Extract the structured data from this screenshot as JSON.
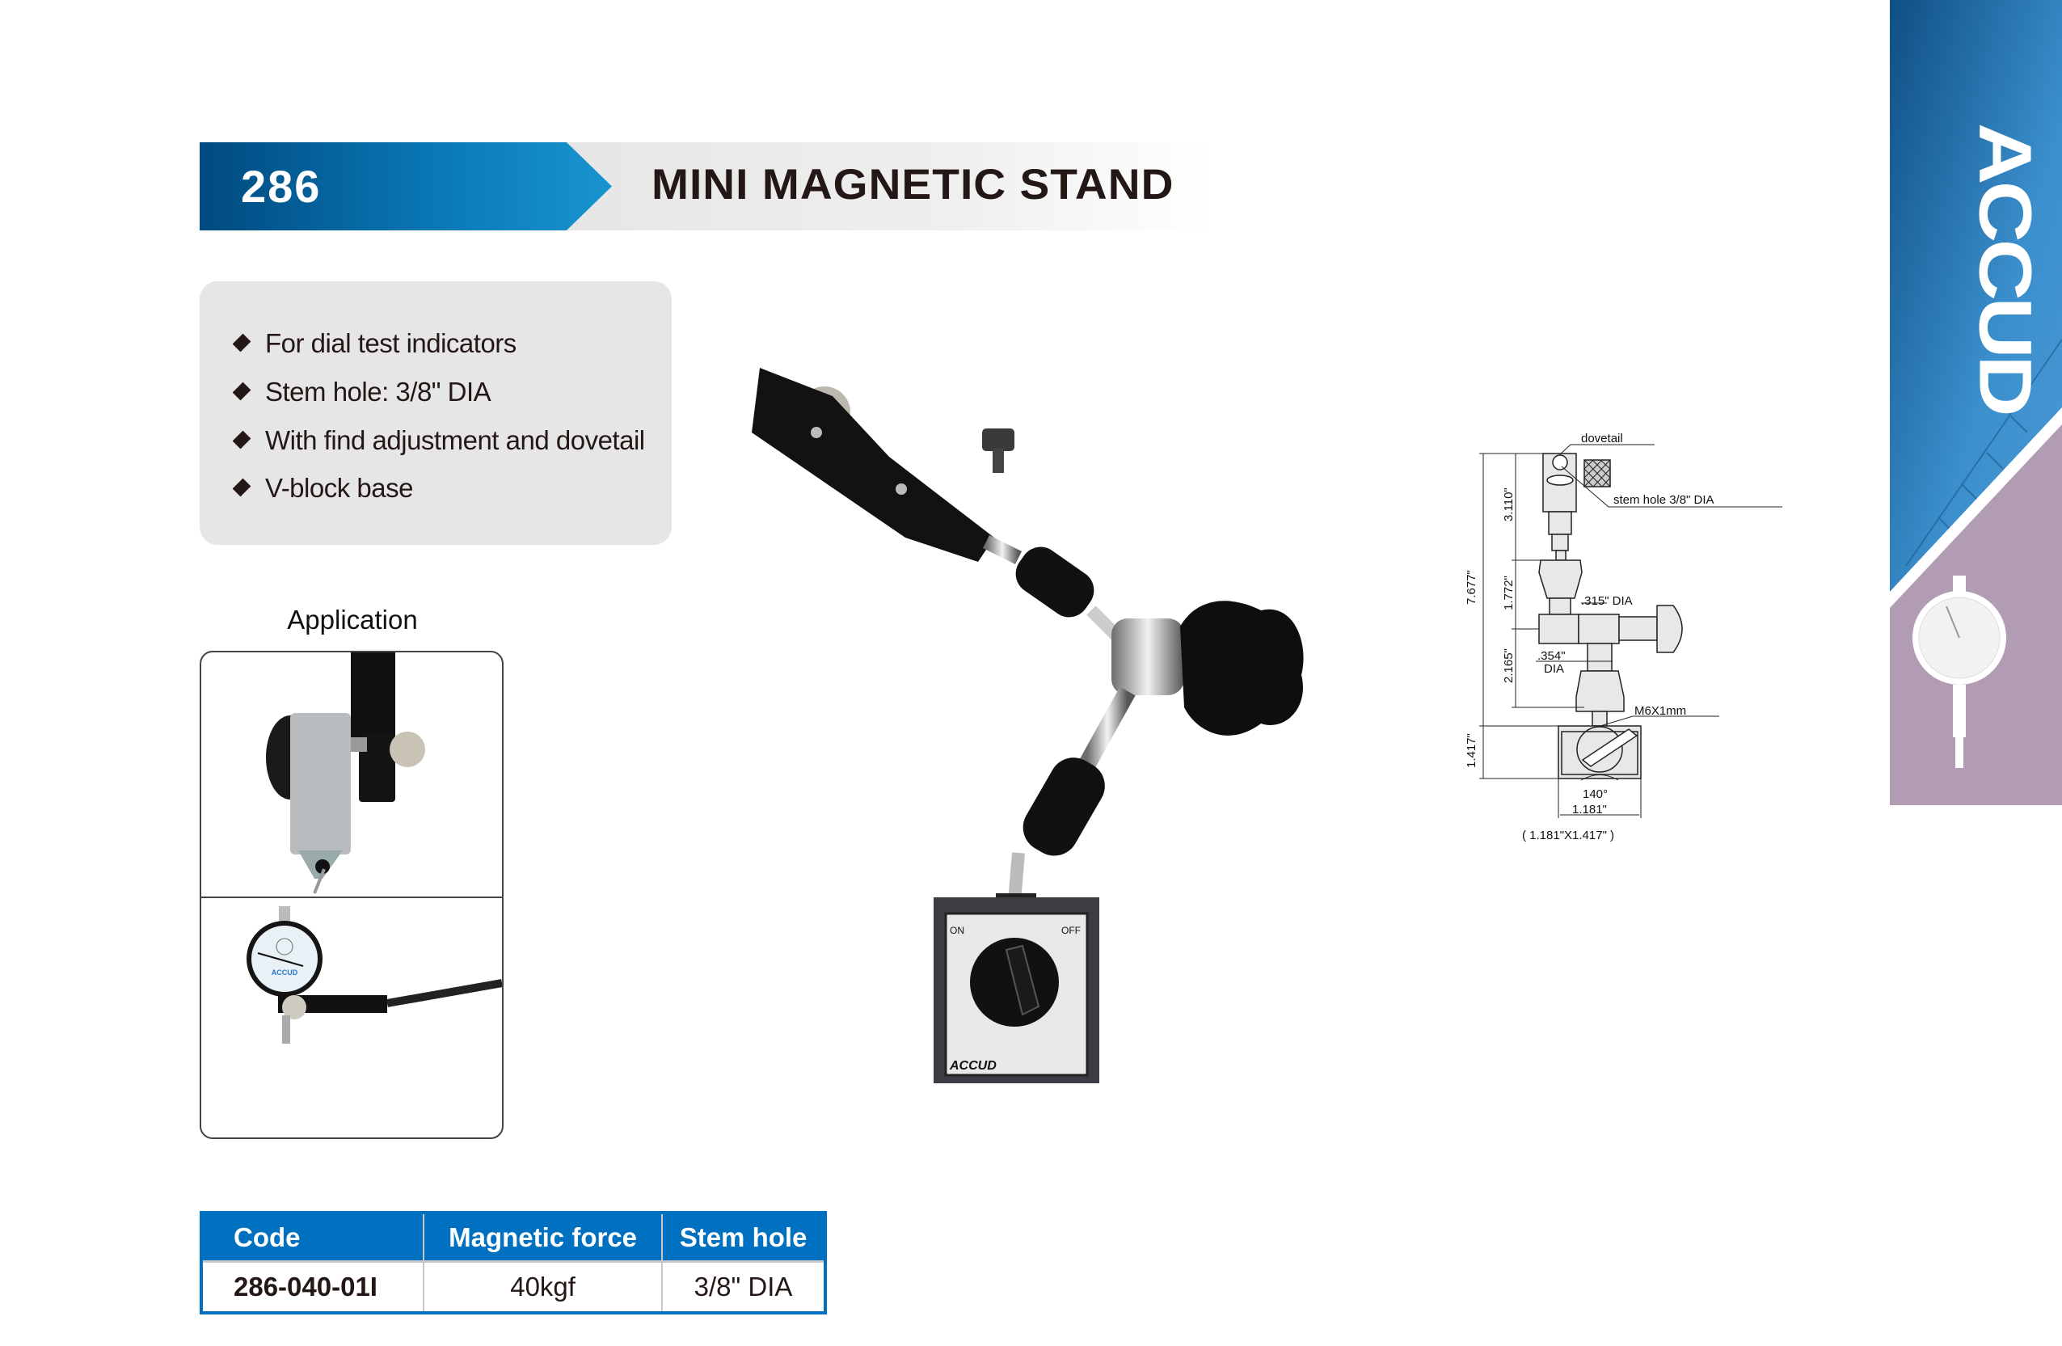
{
  "header": {
    "number": "286",
    "title": "MINI MAGNETIC STAND"
  },
  "features": [
    "For dial test indicators",
    "Stem hole: 3/8\" DIA",
    "With find adjustment and dovetail",
    "V-block base"
  ],
  "application": {
    "label": "Application",
    "dial_brand": "ACCUD"
  },
  "table": {
    "headers": [
      "Code",
      "Magnetic force",
      "Stem hole"
    ],
    "rows": [
      [
        "286-040-01I",
        "40kgf",
        "3/8\" DIA"
      ]
    ]
  },
  "product": {
    "on_label": "ON",
    "off_label": "OFF",
    "brand": "ACCUD"
  },
  "drawing": {
    "dovetail": "dovetail",
    "stem_hole": "stem hole 3/8\" DIA",
    "dim_total": "7.677\"",
    "dim_upper": "3.110\"",
    "dim_middle": "1.772\"",
    "dim_lower": "2.165\"",
    "dim_base": "1.417\"",
    "dia_315": ".315\" DIA",
    "dia_354": ".354\"",
    "dia_354_unit": "DIA",
    "thread": "M6X1mm",
    "angle": "140°",
    "base_width": "1.181\"",
    "base_size": "( 1.181\"X1.417\" )"
  },
  "brand": {
    "logo": "ACCUD"
  },
  "colors": {
    "header_blue": "#0070c0",
    "banner_purple": "#b19cb3",
    "panel_gray": "#e6e6e6"
  }
}
